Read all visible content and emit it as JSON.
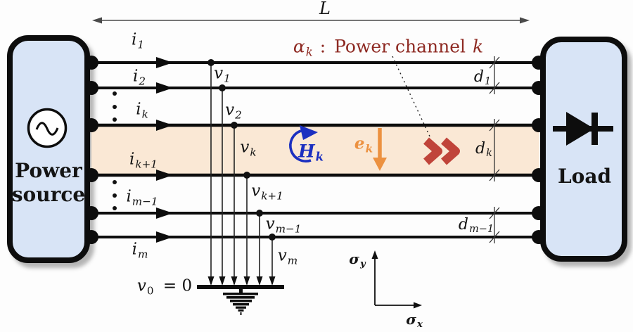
{
  "figure": {
    "length_label": "L",
    "source_box": {
      "line1": "Power",
      "line2": "source"
    },
    "load_box": {
      "label": "Load"
    },
    "channel_label": {
      "symbol": "α",
      "symbol_sub": "k",
      "separator": ":",
      "text": "Power channel",
      "var": "k"
    },
    "currents": [
      {
        "base": "i",
        "sub": "1"
      },
      {
        "base": "i",
        "sub": "2"
      },
      {
        "base": "i",
        "sub": "k"
      },
      {
        "base": "i",
        "sub": "k+1"
      },
      {
        "base": "i",
        "sub": "m−1"
      },
      {
        "base": "i",
        "sub": "m"
      }
    ],
    "voltages": [
      {
        "base": "v",
        "sub": "1"
      },
      {
        "base": "v",
        "sub": "2"
      },
      {
        "base": "v",
        "sub": "k"
      },
      {
        "base": "v",
        "sub": "k+1"
      },
      {
        "base": "v",
        "sub": "m−1"
      },
      {
        "base": "v",
        "sub": "m"
      }
    ],
    "ground_label": {
      "base": "v",
      "sub": "0",
      "eq": "= 0"
    },
    "gap_labels": [
      {
        "base": "d",
        "sub": "1"
      },
      {
        "base": "d",
        "sub": "k"
      },
      {
        "base": "d",
        "sub": "m−1"
      }
    ],
    "field_labels": {
      "magnetic": {
        "base": "H",
        "sub": "k"
      },
      "electric": {
        "base": "e",
        "sub": "k"
      }
    },
    "axis_labels": {
      "y": {
        "base": "σ",
        "sub": "y"
      },
      "x": {
        "base": "σ",
        "sub": "x"
      }
    }
  },
  "icons": {
    "ac_source": "sine-wave-in-circle",
    "diode": "diode-symbol",
    "ground": "earth-ground-stack",
    "magnetic_field": "circular-rotation-arrow",
    "electric_field": "down-arrow",
    "power_flow": "double-chevron-right"
  },
  "colors": {
    "box_fill": "#d8e4f6",
    "outline": "#0d0d0d",
    "channel_fill": "#fae8d5",
    "channel_label": "#8e2a23",
    "chevron": "#c0443a",
    "magnetic_field": "#1b2fc0",
    "electric_field": "#ec9140",
    "dimension_line": "#4a4a4a"
  }
}
